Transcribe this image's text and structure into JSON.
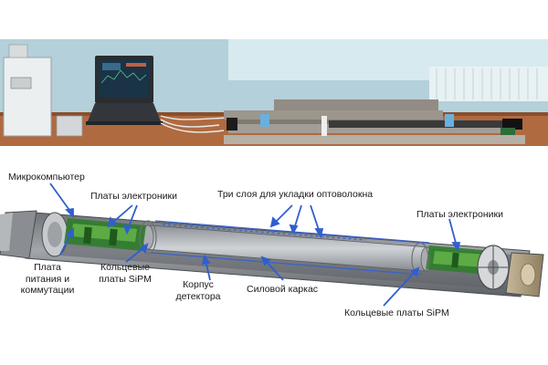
{
  "photo": {
    "icons": [
      "control-cabinet",
      "laptop",
      "detector-tubes"
    ],
    "colors": {
      "wall": "#a8c8d6",
      "table": "#b56f45",
      "tube": "#9b958c",
      "accent": "#d8ecf0"
    }
  },
  "diagram": {
    "labels": {
      "microcomputer": "Микрокомпьютер",
      "electronics_left": "Платы электроники",
      "fiber_layers": "Три слоя для укладки оптоволокна",
      "electronics_right": "Платы электроники",
      "power_board_line1": "Плата",
      "power_board_line2": "питания и",
      "power_board_line3": "коммутации",
      "ring_sipm_left_line1": "Кольцевые",
      "ring_sipm_left_line2": "платы SiPM",
      "detector_case_line1": "Корпус",
      "detector_case_line2": "детектора",
      "frame": "Силовой каркас",
      "ring_sipm_right": "Кольцевые платы SiPM"
    },
    "colors": {
      "housing": "#8f9297",
      "core": "#b9bcc0",
      "electronics": "#2f7d2b",
      "arrow": "#2f5fd0"
    }
  }
}
